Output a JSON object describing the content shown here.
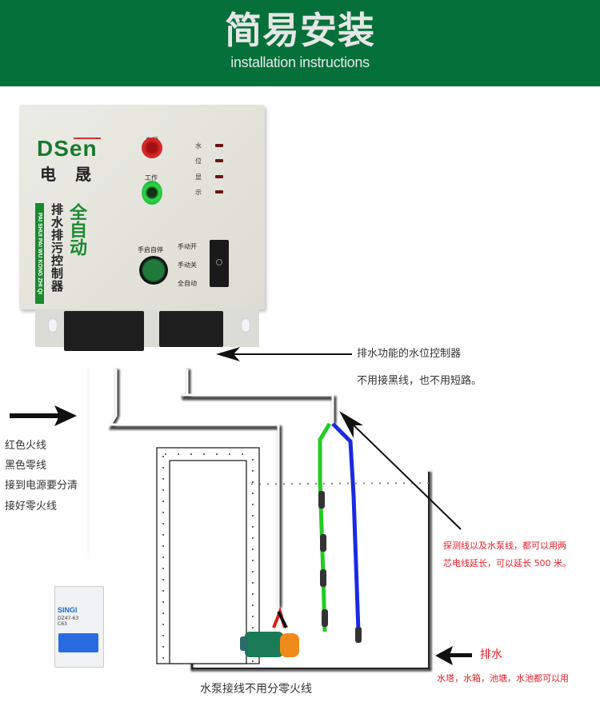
{
  "header": {
    "title": "简易安装",
    "subtitle": "installation instructions",
    "background_color": "#06703a"
  },
  "controller": {
    "brand_logo": "DSen",
    "brand_name_cn": "电晟",
    "pinyin_label": "PAI SHUI PAI WU KONG ZHI QI",
    "product_name": "排水排污控制器",
    "mode_label": "全自动",
    "power_lamp_label": "电源",
    "work_lamp_label": "工作",
    "water_level_display_label": [
      "水",
      "位",
      "显",
      "示"
    ],
    "manual_button_label": "手启自停",
    "switch_positions": [
      "手动开",
      "手动关",
      "全自动"
    ]
  },
  "annotations": {
    "level_controller_note": {
      "line1": "排水功能的水位控制器",
      "line2": "不用接黑线，也不用短路。"
    },
    "power_wiring_note": [
      "红色火线",
      "黑色零线",
      "接到电源要分清",
      "接好零火线"
    ],
    "probe_extension_note": {
      "line1": "探测线以及水泵线，都可以用两",
      "line2": "芯电线延长，可以延长 500 米。"
    },
    "drain_label": "排水",
    "drain_usage_note": "水塔，水箱，池塘，水池都可以用",
    "pump_note": "水泵接线不用分零火线"
  },
  "breaker": {
    "brand": "SINGI",
    "model": "DZ47-63",
    "rating": "C63"
  },
  "wire_colors": {
    "live": "#e01818",
    "neutral": "#111111",
    "probe_green": "#22cc22",
    "probe_blue": "#1a2ae0"
  }
}
